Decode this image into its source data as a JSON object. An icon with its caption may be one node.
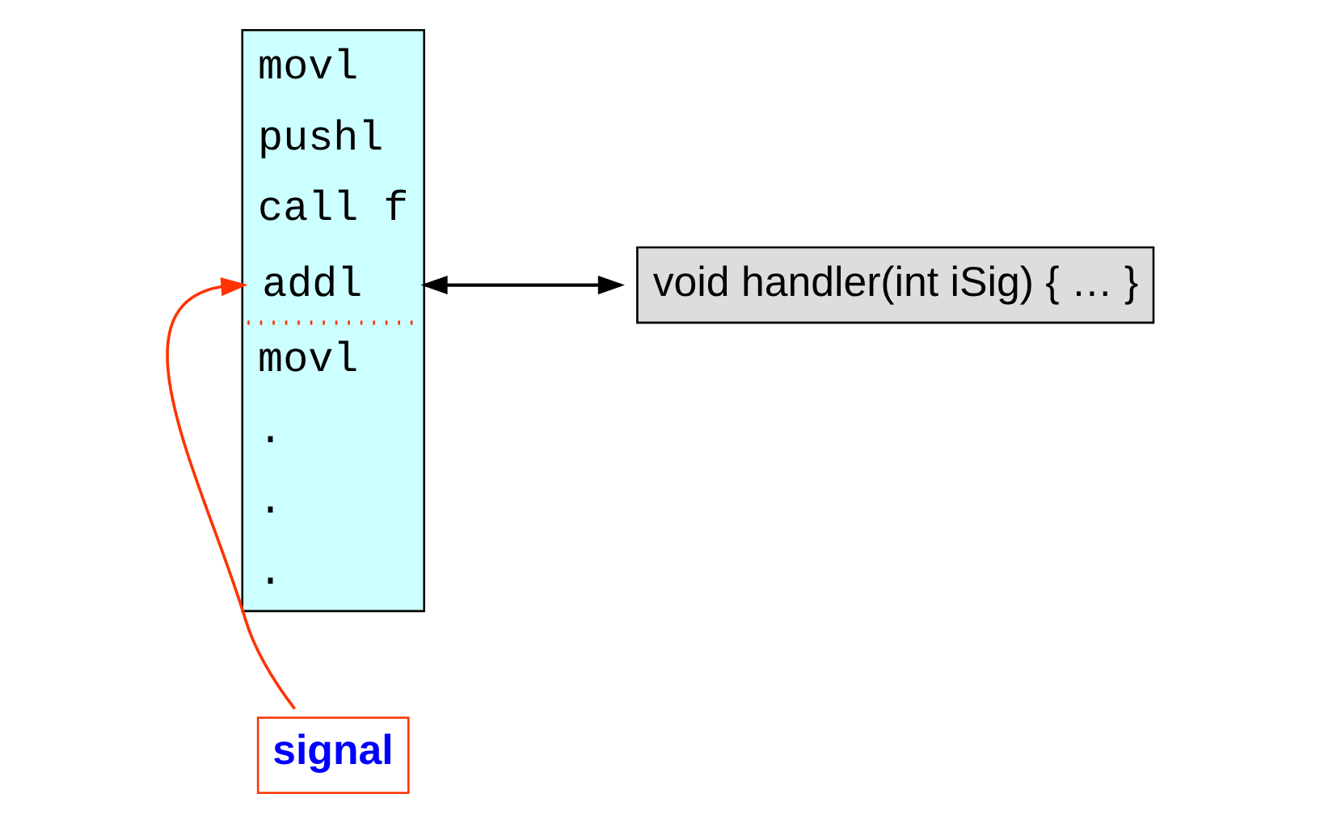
{
  "diagram": {
    "nodes": [
      {
        "text": [
          "movl",
          "pushl",
          "call f",
          "addl",
          "movl",
          ".",
          ".",
          "."
        ]
      },
      {
        "text": [
          "void handler(int iSig) { … }"
        ]
      },
      {
        "text": [
          "signal"
        ]
      }
    ],
    "edges": [
      {
        "from": 0,
        "to": 1,
        "arrow": "to"
      },
      {
        "from": 1,
        "to": 0,
        "arrow": "to"
      },
      {
        "from": 2,
        "to": 0,
        "arrow": "to",
        "color": "#ff3300"
      }
    ]
  }
}
